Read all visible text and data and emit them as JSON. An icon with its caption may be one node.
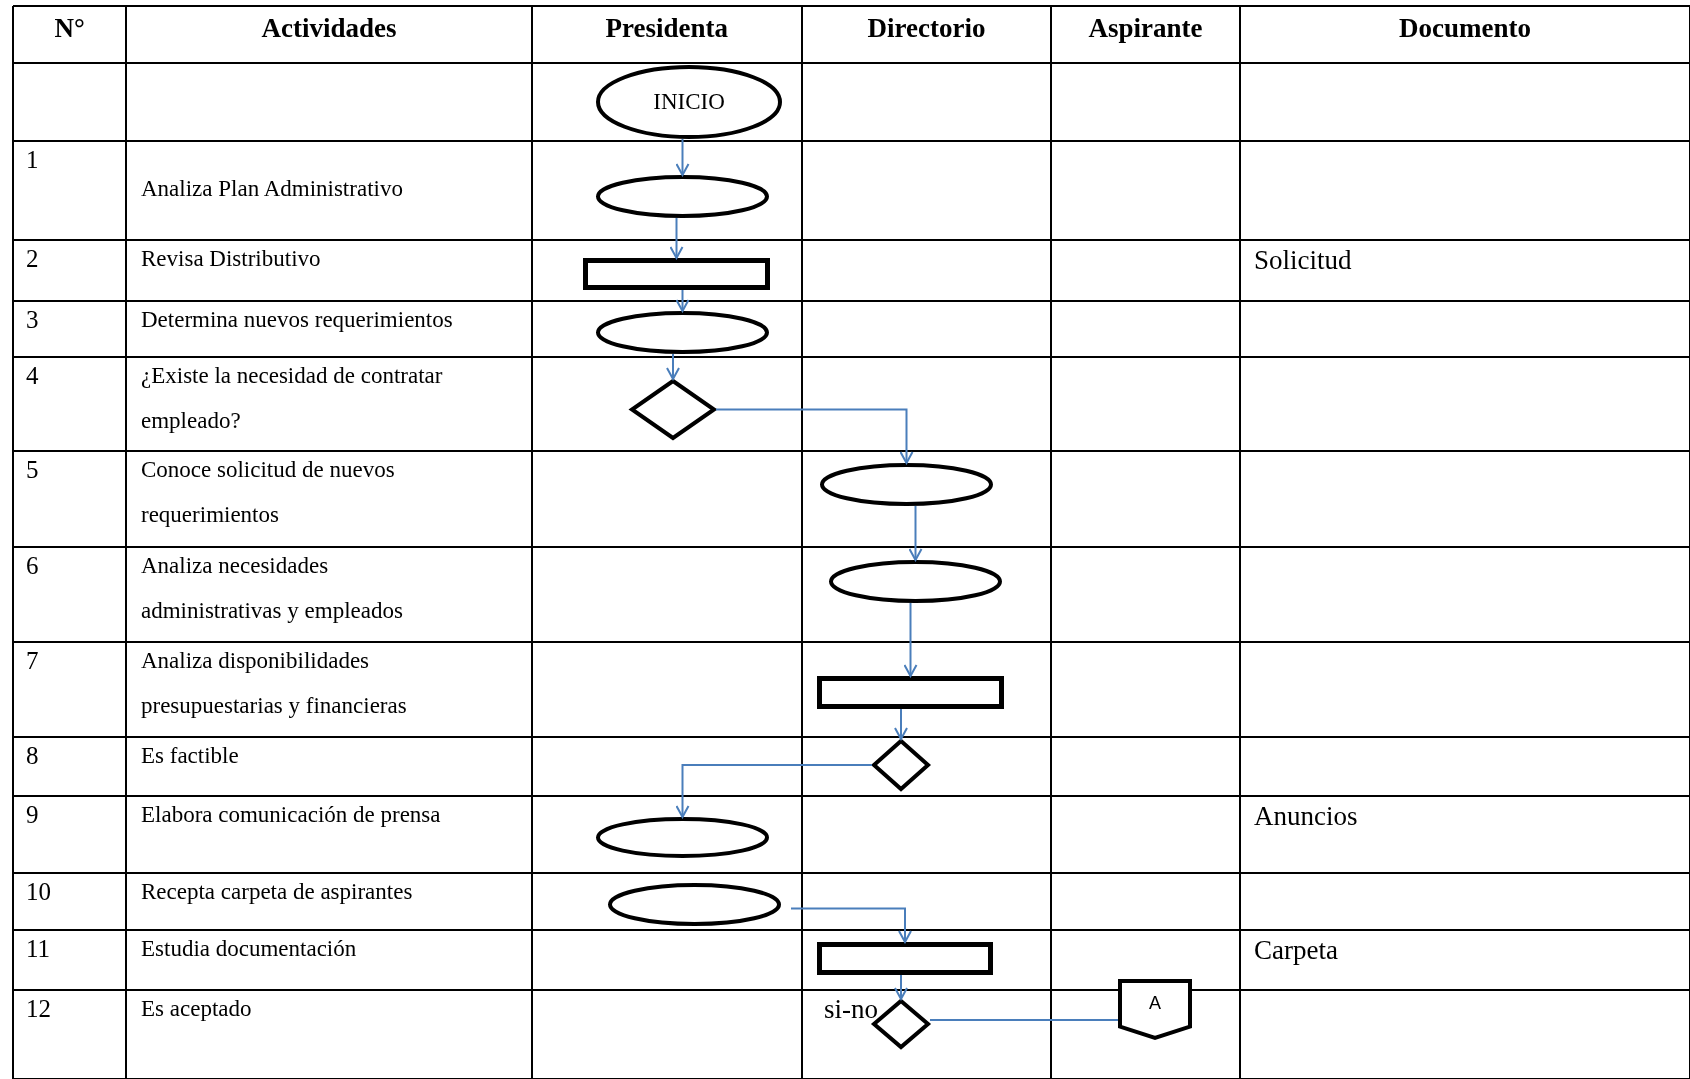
{
  "diagram": {
    "nodes": [
      {
        "text": [
          "INICIO"
        ]
      },
      {
        "text": [],
        "shape": "ellipse"
      },
      {
        "text": [],
        "shape": "box"
      },
      {
        "text": [],
        "shape": "ellipse"
      },
      {
        "text": [],
        "shape": "diamond"
      },
      {
        "text": [],
        "shape": "ellipse"
      },
      {
        "text": [],
        "shape": "ellipse"
      },
      {
        "text": [],
        "shape": "box"
      },
      {
        "text": [],
        "shape": "diamond"
      },
      {
        "text": [],
        "shape": "ellipse"
      },
      {
        "text": [],
        "shape": "ellipse"
      },
      {
        "text": [],
        "shape": "box"
      },
      {
        "text": [],
        "shape": "diamond",
        "beside": [
          "si-no"
        ]
      },
      {
        "text": [
          "A"
        ]
      }
    ],
    "edges": [
      {
        "from": 0,
        "to": 1,
        "arrow": "to"
      },
      {
        "from": 1,
        "to": 2,
        "arrow": "to"
      },
      {
        "from": 2,
        "to": 3,
        "arrow": "to"
      },
      {
        "from": 3,
        "to": 4,
        "arrow": "to"
      },
      {
        "from": 4,
        "to": 5,
        "arrow": "to"
      },
      {
        "from": 5,
        "to": 6,
        "arrow": "to"
      },
      {
        "from": 6,
        "to": 7,
        "arrow": "to"
      },
      {
        "from": 7,
        "to": 8,
        "arrow": "to"
      },
      {
        "from": 8,
        "to": 9,
        "arrow": "to"
      },
      {
        "from": 10,
        "to": 11,
        "arrow": "to"
      },
      {
        "from": 11,
        "to": 12,
        "arrow": "to"
      },
      {
        "from": 12,
        "to": 13,
        "arrow": "none"
      }
    ],
    "labels": [
      "N°",
      "Actividades",
      "Presidenta",
      "Directorio",
      "Aspirante",
      "Documento",
      "1",
      "Analiza Plan Administrativo",
      "2",
      "Revisa Distributivo",
      "Solicitud",
      "3",
      "Determina nuevos requerimientos",
      "4",
      "¿Existe la necesidad de contratar empleado?",
      "5",
      "Conoce solicitud de nuevos requerimientos",
      "6",
      "Analiza necesidades administrativas y empleados",
      "7",
      "Analiza disponibilidades presupuestarias y financieras",
      "8",
      "Es factible",
      "9",
      "Elabora comunicación de prensa",
      "Anuncios",
      "10",
      "Recepta carpeta de aspirantes",
      "11",
      "Estudia documentación",
      "Carpeta",
      "12",
      "Es aceptado"
    ]
  }
}
